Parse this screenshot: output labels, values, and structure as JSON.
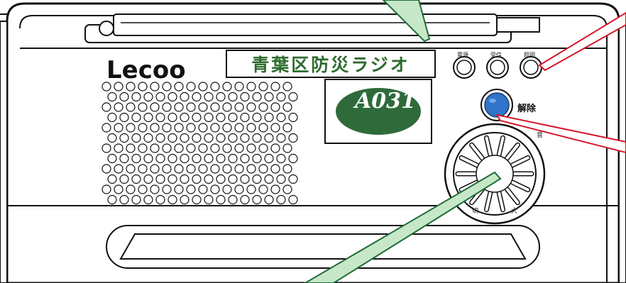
{
  "device": {
    "brand": "Lecoo",
    "name": "青葉区防災ラジオ",
    "logo": "A031"
  },
  "buttons": {
    "small": [
      {
        "label": "電源"
      },
      {
        "label": "受信"
      },
      {
        "label": "照明"
      }
    ],
    "release_label": "解除"
  },
  "knob": {
    "off_label": "切",
    "max_label": "大",
    "top_label": "音"
  },
  "colors": {
    "callout_green": "#1f6b3a",
    "callout_red": "#d4162a",
    "button_blue": "#2f74c9",
    "name_green": "#2e6b2e",
    "logo_green": "#2f6b3a"
  }
}
